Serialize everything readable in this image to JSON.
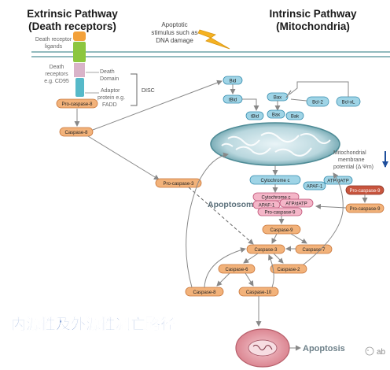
{
  "colors": {
    "pill_fill": "#f2b27a",
    "pill_stroke": "#c9763a",
    "blue_fill": "#9fd4e6",
    "blue_stroke": "#3a8fb0",
    "pink_fill": "#f4b6c8",
    "pink_stroke": "#c0567a",
    "title_blue": "#1a3f8f",
    "banner": "#2a5bb5",
    "membrane": "#6fa3a8"
  },
  "titles": {
    "extrinsic_line1": "Extrinsic Pathway",
    "extrinsic_line2": "(Death receptors)",
    "intrinsic_line1": "Intrinsic Pathway",
    "intrinsic_line2": "(Mitochondria)",
    "stimulus_line1": "Apoptotic",
    "stimulus_line2": "stimulus such as",
    "stimulus_line3": "DNA damage"
  },
  "extrinsic": {
    "ligands_line1": "Death receptor",
    "ligands_line2": "ligands",
    "receptors_line1": "Death",
    "receptors_line2": "receptors",
    "receptors_line3": "e.g. CD95",
    "death_domain_line1": "Death",
    "death_domain_line2": "Domain",
    "adaptor_line1": "Adaptor",
    "adaptor_line2": "protein e.g.",
    "adaptor_line3": "FADD",
    "disc": "DISC",
    "pro_caspase_8": "Pro-caspase-8",
    "caspase_8": "Caspase-8",
    "pro_caspase_3": "Pro-caspase-3"
  },
  "intrinsic": {
    "bid": "Bid",
    "tbid": "tBid",
    "bax": "Bax",
    "bcl2": "Bcl-2",
    "bclxl": "Bcl-xL",
    "tbid2": "tBid",
    "bax2": "Bax",
    "bak": "Bak",
    "mmp_line1": "Mitochondrial",
    "mmp_line2": "membrane",
    "mmp_line3": "potential (Δ Ψm)",
    "cytochrome_c": "Cytochrome c",
    "apaf1": "APAF-1",
    "atp": "ATP/dATP",
    "pro_caspase_9": "Pro-caspase-9"
  },
  "apoptosome": {
    "label": "Apoptosome",
    "cyt": "Cytochrome c",
    "apaf": "APAF-1",
    "atp": "ATP/dATP",
    "pro9": "Pro-caspase-9"
  },
  "cascade": {
    "caspase_9": "Caspase-9",
    "caspase_3": "Caspase-3",
    "caspase_7": "Caspase-7",
    "caspase_6": "Caspase-6",
    "caspase_2": "Caspase-2",
    "caspase_8b": "Caspase-8",
    "caspase_10": "Caspase-10"
  },
  "outcome": {
    "apoptosis": "Apoptosis"
  },
  "banner": {
    "text": "内源性及外源性凋亡路径"
  },
  "watermark": {
    "text": "ab"
  }
}
